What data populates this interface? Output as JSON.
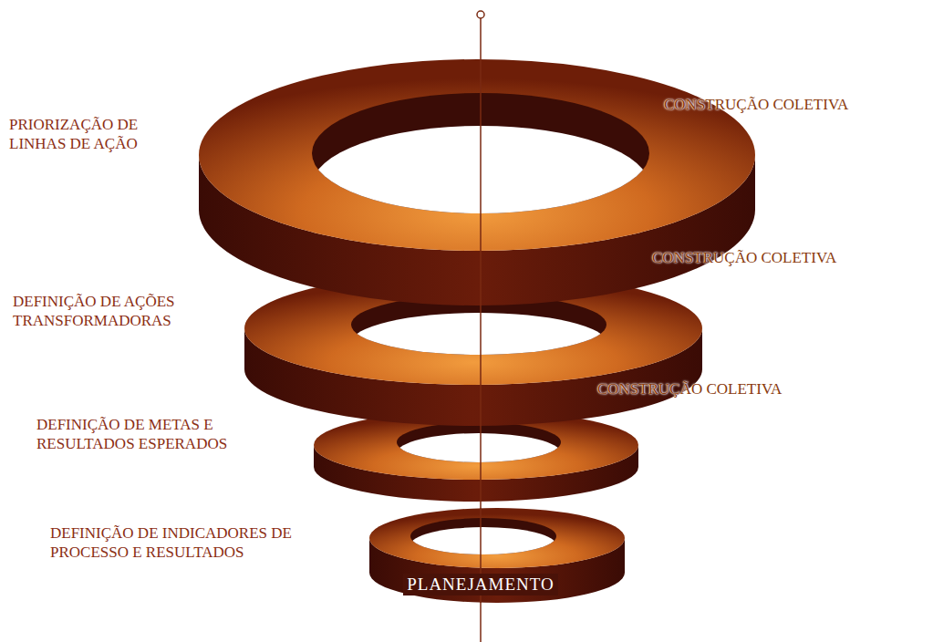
{
  "diagram": {
    "nodes": [
      {
        "text": [
          "PRIORIZAÇÃO DE LINHAS DE AÇÃO"
        ]
      },
      {
        "text": [
          "DEFINIÇÃO DE AÇÕES TRANSFORMADORAS"
        ]
      },
      {
        "text": [
          "DEFINIÇÃO DE METAS E RESULTADOS ESPERADOS"
        ]
      },
      {
        "text": [
          "DEFINIÇÃO DE INDICADORES DE PROCESSO E RESULTADOS",
          "PLANEJAMENTO"
        ]
      }
    ],
    "labels": [
      "CONSTRUÇÃO COLETIVA",
      "CONSTRUÇÃO COLETIVA",
      "CONSTRUÇÃO COLETIVA"
    ]
  }
}
